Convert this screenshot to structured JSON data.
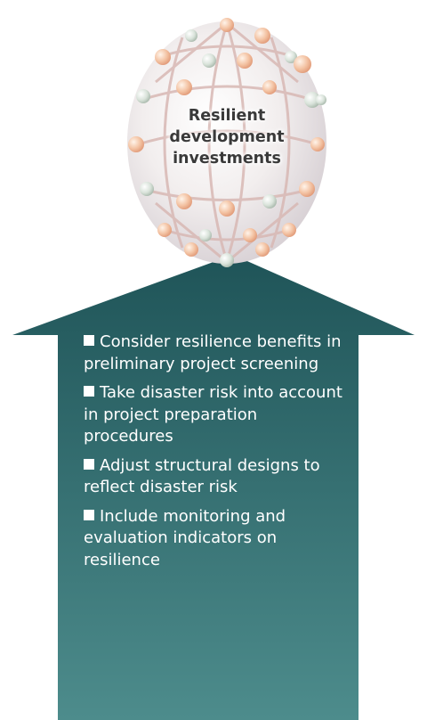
{
  "colors": {
    "arrow_top": "#1f5458",
    "arrow_bottom": "#4d8c8c",
    "text": "#ffffff",
    "label": "#3a3a3a"
  },
  "sphere": {
    "label_lines": [
      "Resilient",
      "development",
      "investments"
    ]
  },
  "actions": [
    {
      "icon": "square-bullet",
      "text": "Consider resilience benefits in preliminary project screening"
    },
    {
      "icon": "square-bullet",
      "text": "Take disaster risk into account in project preparation procedures"
    },
    {
      "icon": "square-bullet",
      "text": "Adjust structural designs to reflect disaster risk"
    },
    {
      "icon": "square-bullet",
      "text": "Include monitoring and evaluation indicators on resilience"
    }
  ]
}
